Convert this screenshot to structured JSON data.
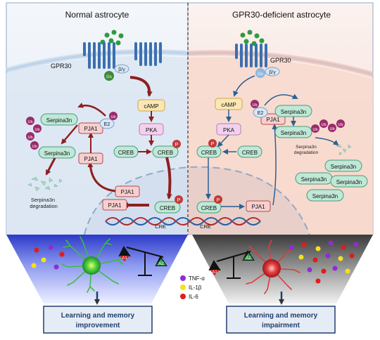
{
  "panels": {
    "left_title": "Normal astrocyte",
    "right_title": "GPR30-deficient astrocyte"
  },
  "receptor": {
    "label": "GPR30",
    "gs": "Gs",
    "by": "β/γ"
  },
  "molecules": {
    "camp": "cAMP",
    "pka": "PKA",
    "creb": "CREB",
    "p": "P",
    "pja1": "PJA1",
    "e2": "E2",
    "ub": "Ub",
    "serpina3n": "Serpina3n",
    "cre": "CRE"
  },
  "captions": {
    "degradation_left": "Serpina3n degradation",
    "degradation_right_1": "Serpina3n",
    "degradation_right_2": "degradation"
  },
  "balance": {
    "a1": "A1",
    "a2": "A2"
  },
  "legend": [
    {
      "label": "TNF-α",
      "color": "#8b2fd0"
    },
    {
      "label": "IL-1β",
      "color": "#f2e21a"
    },
    {
      "label": "IL-6",
      "color": "#e21b1b"
    }
  ],
  "outcomes": {
    "left_1": "Learning and memory",
    "left_2": "improvement",
    "right_1": "Learning and memory",
    "right_2": "impairment"
  },
  "colors": {
    "receptor": "#3b6fb0",
    "creb_fill": "#bfe8d6",
    "creb_stroke": "#4c9b7b",
    "pja1_fill": "#f7cfcf",
    "pja1_stroke": "#b34b4b",
    "ub": "#9b2c6b",
    "phospho": "#c33a3a",
    "left_arrow": "#8f1f1f",
    "right_arrow": "#2c5f94",
    "outcome_box": "#1f3f6e"
  }
}
